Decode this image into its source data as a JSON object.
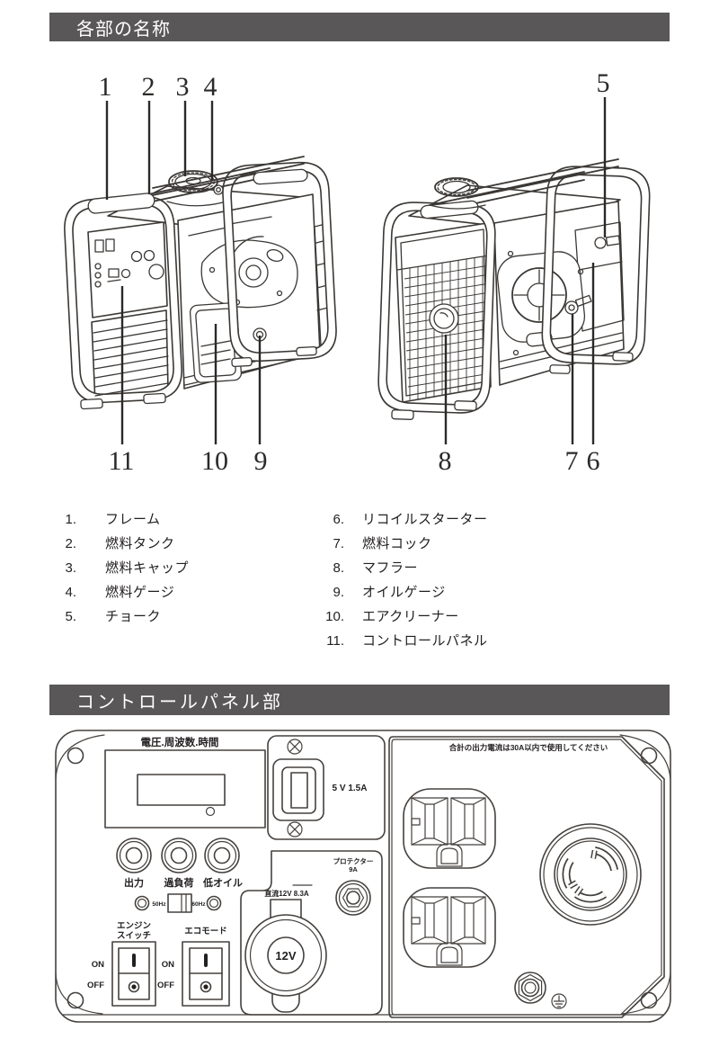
{
  "header_parts": {
    "title": "各部の名称"
  },
  "header_panel": {
    "title": "コントロールパネル部"
  },
  "callout_numbers": {
    "n1": "1",
    "n2": "2",
    "n3": "3",
    "n4": "4",
    "n5": "5",
    "n6": "6",
    "n7": "7",
    "n8": "8",
    "n9": "9",
    "n10": "10",
    "n11": "11"
  },
  "parts_list": {
    "left": [
      {
        "num": "1.",
        "label": "フレーム"
      },
      {
        "num": "2.",
        "label": "燃料タンク"
      },
      {
        "num": "3.",
        "label": "燃料キャップ"
      },
      {
        "num": "4.",
        "label": "燃料ゲージ"
      },
      {
        "num": "5.",
        "label": "チョーク"
      }
    ],
    "right": [
      {
        "num": "6.",
        "label": "リコイルスターター"
      },
      {
        "num": "7.",
        "label": "燃料コック"
      },
      {
        "num": "8.",
        "label": "マフラー"
      },
      {
        "num": "9.",
        "label": "オイルゲージ"
      },
      {
        "num": "10.",
        "label": "エアクリーナー"
      },
      {
        "num": "11.",
        "label": "コントロールパネル"
      }
    ]
  },
  "control_panel": {
    "display_label": "電圧.周波数.時間",
    "indicator_output": "出力",
    "indicator_overload": "過負荷",
    "indicator_low_oil": "低オイル",
    "freq_50": "50Hz",
    "freq_60": "60Hz",
    "engine_switch_line1": "エンジン",
    "engine_switch_line2": "スイッチ",
    "eco_mode_label": "エコモード",
    "engine_on": "ON",
    "engine_off": "OFF",
    "eco_on": "ON",
    "eco_off": "OFF",
    "usb_label": "5 V 1.5A",
    "protector_line1": "プロテクター",
    "protector_line2": "9A",
    "dc_label": "直流12V 8.3A",
    "dc_socket_label": "12V",
    "ac_note": "合計の出力電流は30A以内で使用してください"
  },
  "colors": {
    "header_bg": "#595757",
    "header_text": "#ffffff",
    "text": "#231f20",
    "line": "#3b3835"
  }
}
